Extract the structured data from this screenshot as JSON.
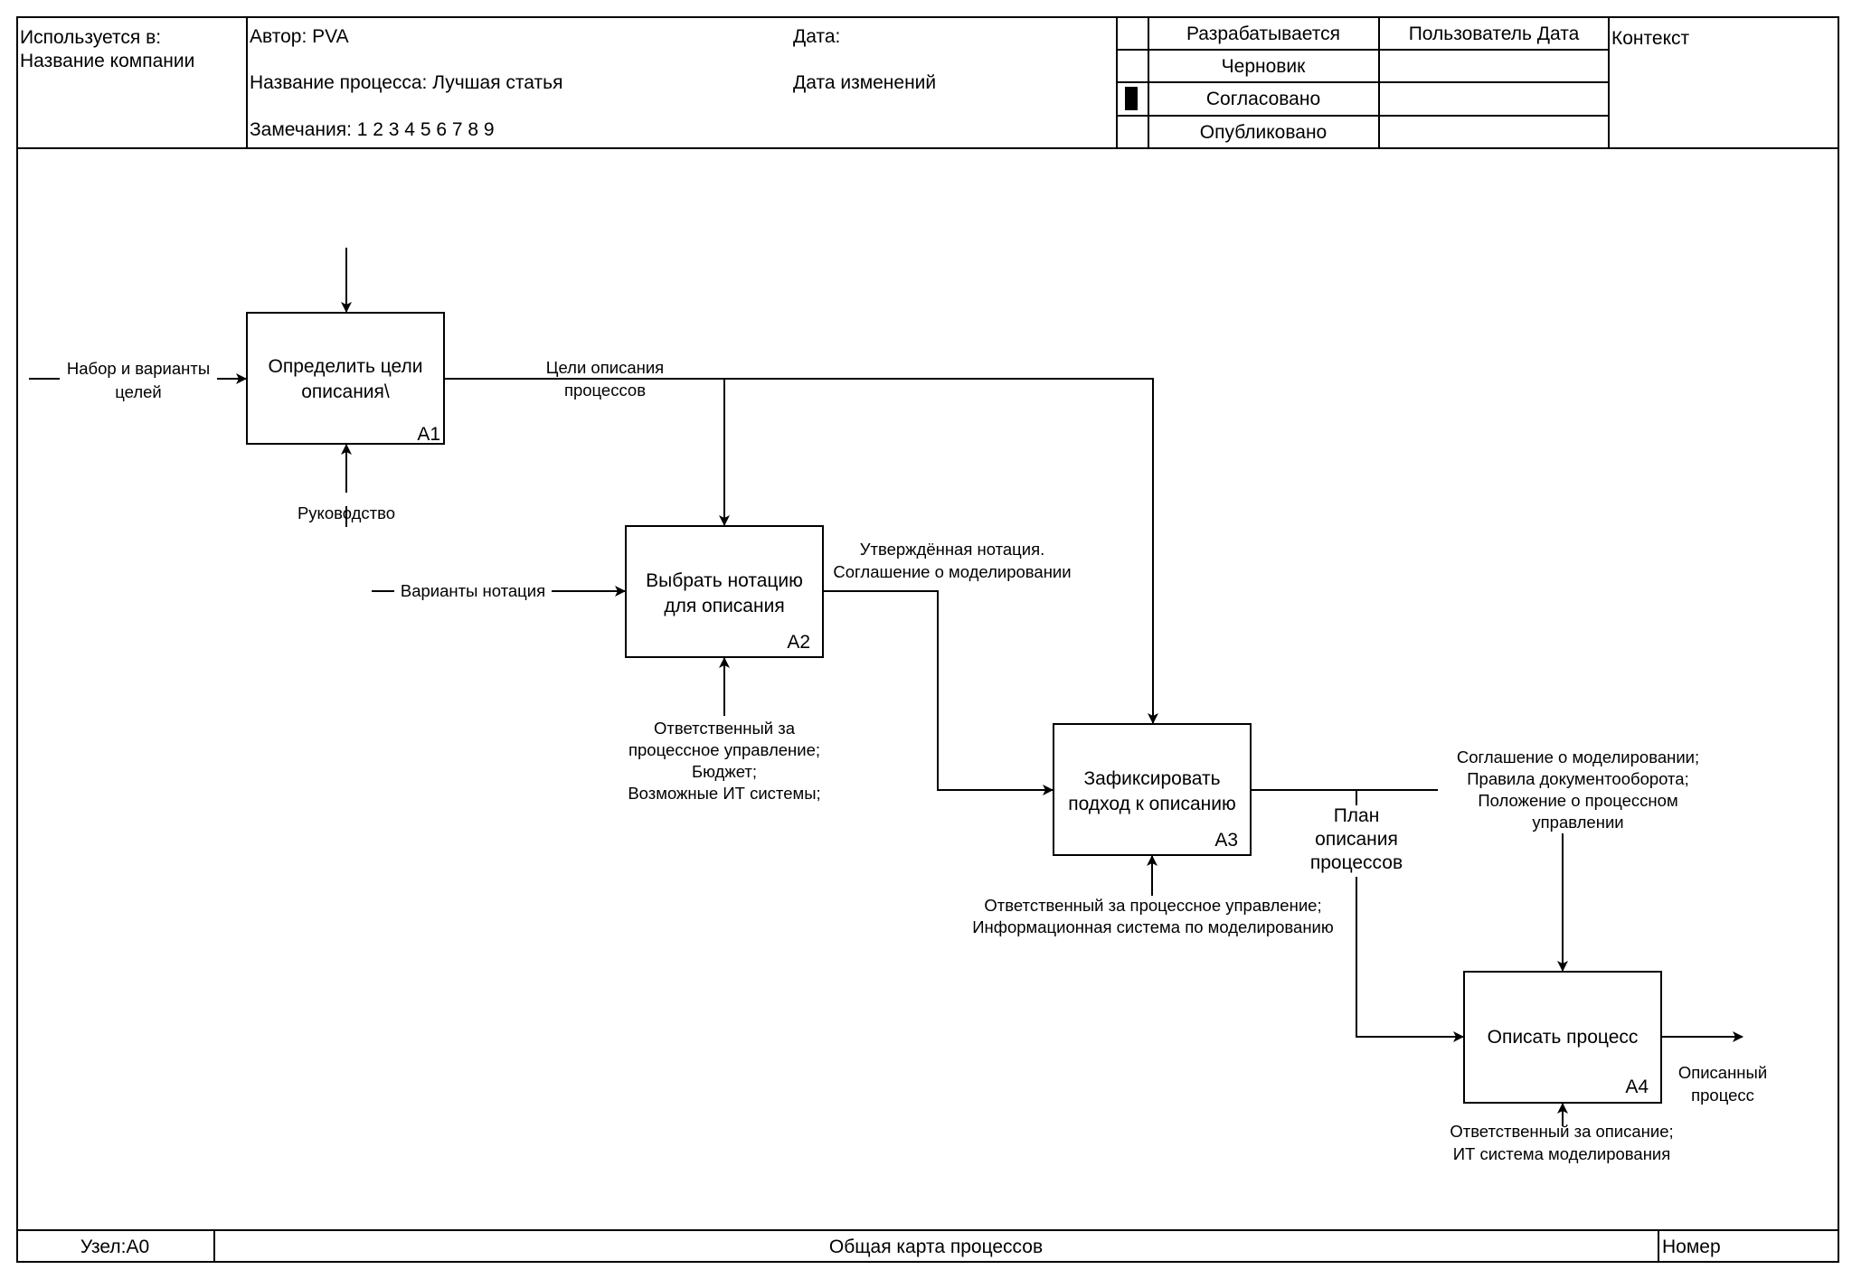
{
  "header": {
    "used_in_label": "Используется в:",
    "used_in_value": "Название компании",
    "author": "Автор: PVA",
    "date": "Дата:",
    "process_name": "Название процесса: Лучшая статья",
    "change_date": "Дата изменений",
    "remarks": "Замечания: 1 2 3 4 5 6 7 8 9",
    "status": {
      "working": "Разрабатывается",
      "draft": "Черновик",
      "recommended": "Согласовано",
      "published": "Опубликовано",
      "selected": "recommended"
    },
    "user_date": "Пользователь Дата",
    "context": "Контекст"
  },
  "boxes": {
    "a1": {
      "title_1": "Определить цели",
      "title_2": "описания\\",
      "num": "A1"
    },
    "a2": {
      "title_1": "Выбрать нотацию",
      "title_2": "для описания",
      "num": "A2"
    },
    "a3": {
      "title_1": "Зафиксировать",
      "title_2": "подход к описанию",
      "num": "A3"
    },
    "a4": {
      "title_1": "Описать процесс",
      "num": "A4"
    }
  },
  "labels": {
    "goals_input_1": "Набор и варианты",
    "goals_input_2": "целей",
    "management": "Руководство",
    "goals_output_1": "Цели описания",
    "goals_output_2": "процессов",
    "notation_variants": "Варианты нотация",
    "approved_notation_1": "Утверждённая нотация.",
    "approved_notation_2": "Соглашение о моделировании",
    "a2_mech_1": "Ответственный за",
    "a2_mech_2": "процессное управление;",
    "a2_mech_3": "Бюджет;",
    "a2_mech_4": "Возможные ИТ системы;",
    "a3_output_1": "Соглашение о моделировании;",
    "a3_output_2": "Правила документооборота;",
    "a3_output_3": "Положение о процессном",
    "a3_output_4": "управлении",
    "plan_1": "План",
    "plan_2": "описания",
    "plan_3": "процессов",
    "a3_mech_1": "Ответственный за процессное управление;",
    "a3_mech_2": "Информационная система по моделированию",
    "described_1": "Описанный",
    "described_2": "процесс",
    "a4_mech_1": "Ответственный за описание;",
    "a4_mech_2": "ИТ система моделирования"
  },
  "footer": {
    "node": "Узел:A0",
    "title": "Общая карта процессов",
    "number": "Номер"
  }
}
